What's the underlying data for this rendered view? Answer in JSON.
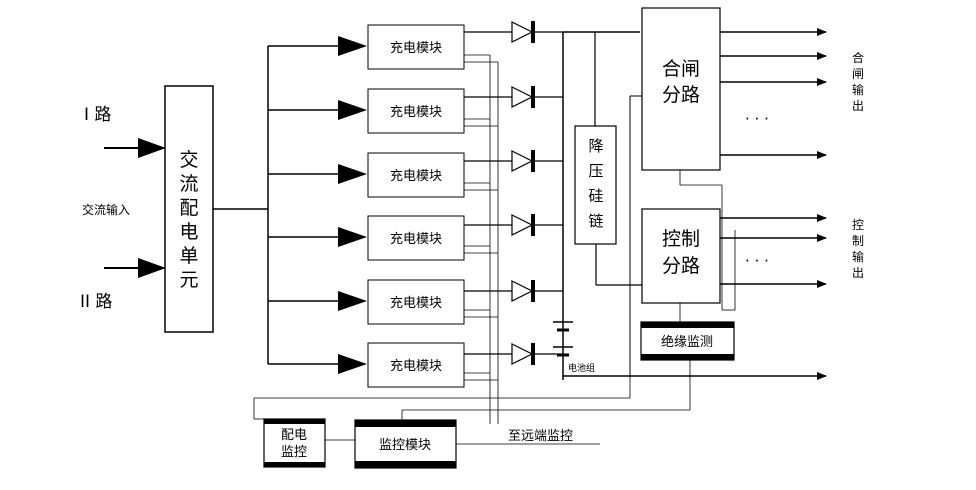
{
  "inputs": {
    "line1": "I 路",
    "line2": "II 路",
    "ac_input": "交流输入"
  },
  "ac_unit": [
    "交",
    "流",
    "配",
    "电",
    "单",
    "元"
  ],
  "charge_modules": [
    "充电模块",
    "充电模块",
    "充电模块",
    "充电模块",
    "充电模块",
    "充电模块"
  ],
  "step_down": [
    "降",
    "压",
    "硅",
    "链"
  ],
  "closing_branch": [
    "合闸",
    "分路"
  ],
  "closing_output": [
    "合",
    "闸",
    "输",
    "出"
  ],
  "control_branch": [
    "控制",
    "分路"
  ],
  "control_output": [
    "控",
    "制",
    "输",
    "出"
  ],
  "ellipsis": "· · ·",
  "battery_label": "电池组",
  "insulation_monitor": "绝缘监测",
  "power_monitor": [
    "配电",
    "监控"
  ],
  "monitor_module": "监控模块",
  "remote_monitor": "至远端监控",
  "colors": {
    "line": "#000000",
    "background": "#ffffff"
  }
}
